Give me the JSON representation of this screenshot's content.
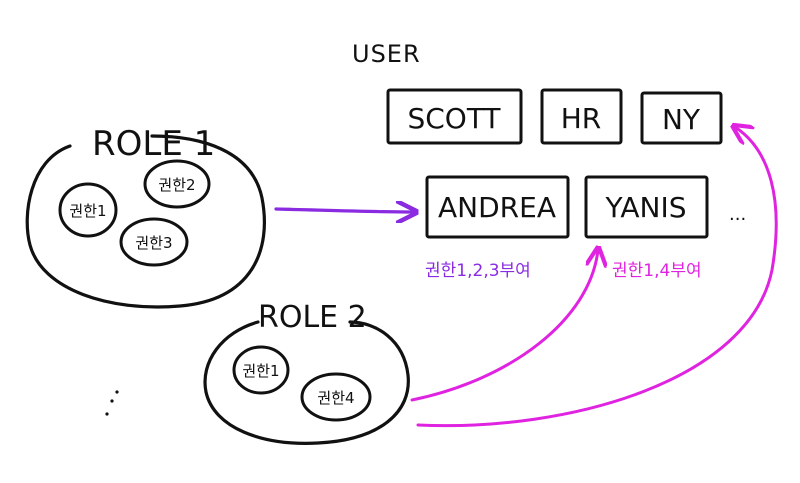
{
  "user_section": {
    "title": "USER",
    "users_top": [
      "SCOTT",
      "HR",
      "NY"
    ],
    "users_bottom": [
      "ANDREA",
      "YANIS"
    ],
    "more": "..."
  },
  "role1": {
    "title": "ROLE 1",
    "permissions": [
      "권한1",
      "권한2",
      "권한3"
    ]
  },
  "role2": {
    "title": "ROLE 2",
    "permissions": [
      "권한1",
      "권한4"
    ]
  },
  "grants": [
    {
      "label": "권한1,2,3부여"
    },
    {
      "label": "권한1,4부여"
    }
  ],
  "colors": {
    "ink": "#111111",
    "role1_arrow": "#8a2be2",
    "role2_arrow": "#e023e0",
    "grant1_text": "#8a2be2",
    "grant2_text": "#e023e0"
  }
}
